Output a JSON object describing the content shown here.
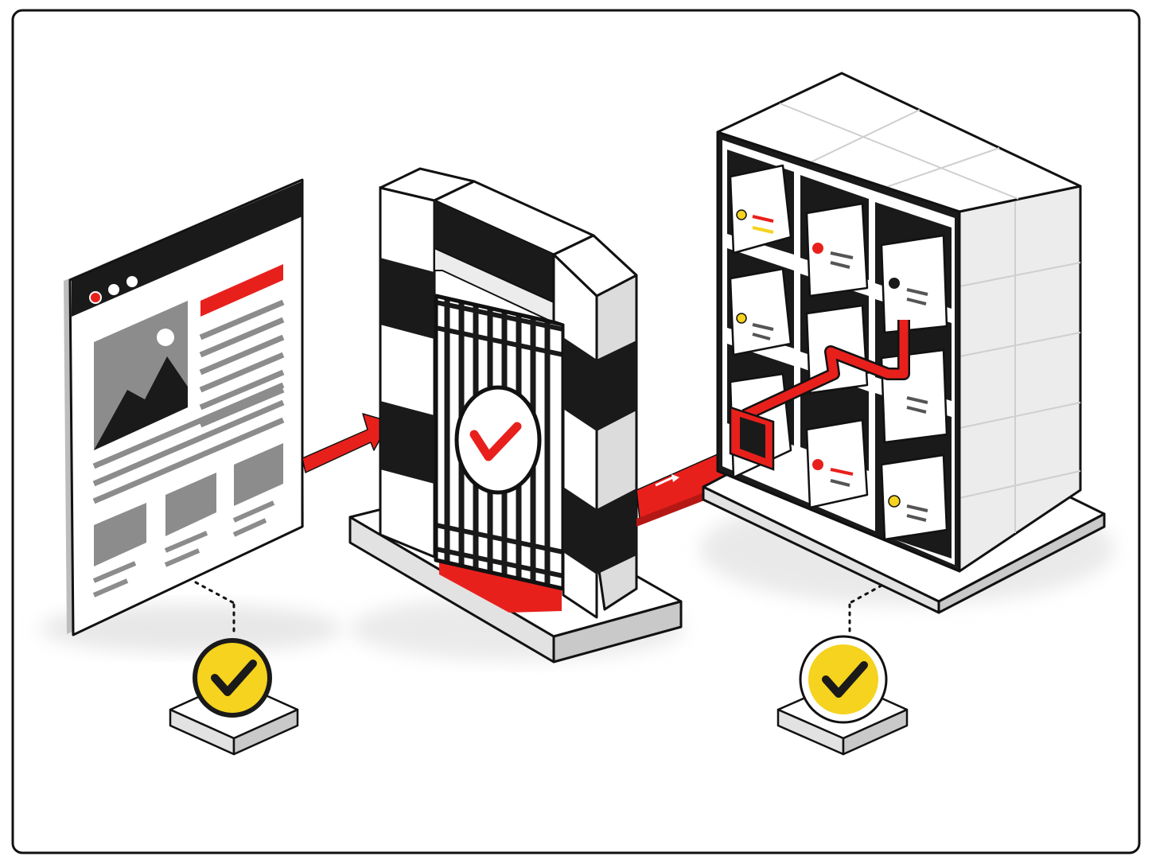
{
  "diagram": {
    "nodes": [
      {
        "id": "webpage",
        "icon": "webpage-icon"
      },
      {
        "id": "gate",
        "icon": "gate-icon",
        "badge": "check-icon"
      },
      {
        "id": "storage",
        "icon": "storage-cabinet-icon"
      },
      {
        "id": "status-left",
        "icon": "check-icon",
        "state": "approved"
      },
      {
        "id": "status-right",
        "icon": "check-icon",
        "state": "approved"
      }
    ],
    "edges": [
      {
        "from": "webpage",
        "to": "gate",
        "style": "arrow"
      },
      {
        "from": "gate",
        "to": "storage",
        "style": "path-arrow"
      },
      {
        "from": "webpage",
        "to": "status-left",
        "style": "dotted"
      },
      {
        "from": "storage",
        "to": "status-right",
        "style": "dotted"
      }
    ]
  },
  "colors": {
    "ink": "#1a1a1a",
    "accent": "#e8201c",
    "check": "#f5d31e",
    "surface": "#ffffff",
    "side": "#dcdcdc",
    "placeholder": "#8c8c8c"
  }
}
